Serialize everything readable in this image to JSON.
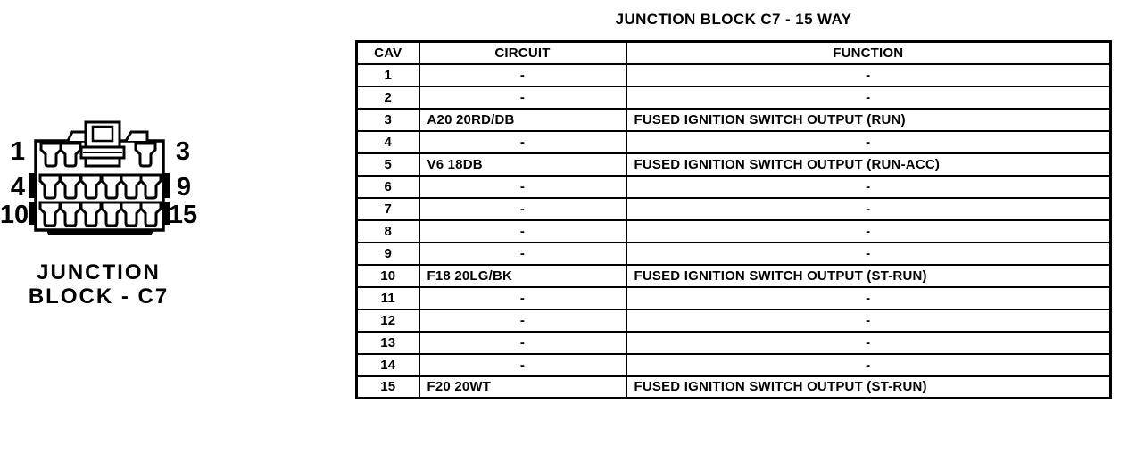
{
  "page": {
    "background": "#ffffff",
    "ink": "#000000"
  },
  "title": "JUNCTION BLOCK C7 - 15 WAY",
  "connector": {
    "caption_line1": "JUNCTION",
    "caption_line2": "BLOCK - C7",
    "pin_labels": {
      "top_left": "1",
      "top_right": "3",
      "mid_left": "4",
      "mid_right": "9",
      "bottom_left": "10",
      "bottom_right": "15"
    }
  },
  "table": {
    "headers": [
      "CAV",
      "CIRCUIT",
      "FUNCTION"
    ],
    "rows": [
      {
        "cav": "1",
        "circuit": "-",
        "function": "-"
      },
      {
        "cav": "2",
        "circuit": "-",
        "function": "-"
      },
      {
        "cav": "3",
        "circuit": "A20 20RD/DB",
        "function": "FUSED IGNITION SWITCH OUTPUT (RUN)"
      },
      {
        "cav": "4",
        "circuit": "-",
        "function": "-"
      },
      {
        "cav": "5",
        "circuit": "V6 18DB",
        "function": "FUSED IGNITION SWITCH OUTPUT (RUN-ACC)"
      },
      {
        "cav": "6",
        "circuit": "-",
        "function": "-"
      },
      {
        "cav": "7",
        "circuit": "-",
        "function": "-"
      },
      {
        "cav": "8",
        "circuit": "-",
        "function": "-"
      },
      {
        "cav": "9",
        "circuit": "-",
        "function": "-"
      },
      {
        "cav": "10",
        "circuit": "F18 20LG/BK",
        "function": "FUSED IGNITION SWITCH OUTPUT (ST-RUN)"
      },
      {
        "cav": "11",
        "circuit": "-",
        "function": "-"
      },
      {
        "cav": "12",
        "circuit": "-",
        "function": "-"
      },
      {
        "cav": "13",
        "circuit": "-",
        "function": "-"
      },
      {
        "cav": "14",
        "circuit": "-",
        "function": "-"
      },
      {
        "cav": "15",
        "circuit": "F20 20WT",
        "function": "FUSED IGNITION SWITCH OUTPUT (ST-RUN)"
      }
    ]
  }
}
